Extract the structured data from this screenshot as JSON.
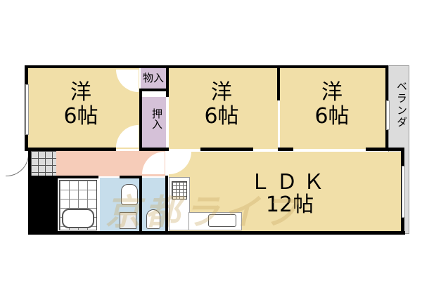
{
  "floor_plan": {
    "rooms": [
      {
        "id": "western-room-1",
        "type_label": "洋",
        "size_label": "6帖"
      },
      {
        "id": "western-room-2",
        "type_label": "洋",
        "size_label": "6帖"
      },
      {
        "id": "western-room-3",
        "type_label": "洋",
        "size_label": "6帖"
      },
      {
        "id": "ldk",
        "type_label": "ＬＤＫ",
        "size_label": "12帖"
      }
    ],
    "storage": {
      "label": "物入"
    },
    "closet": {
      "label": "押入"
    },
    "veranda": {
      "label": "ベランダ"
    },
    "watermark": "京都ライフ",
    "colors": {
      "western_room": "#f1dfa8",
      "closet": "#d5c1d8",
      "hallway": "#f6ccb9",
      "wet_area": "#c6ddeb",
      "veranda": "#dcdcdc",
      "wall": "#000000"
    }
  }
}
